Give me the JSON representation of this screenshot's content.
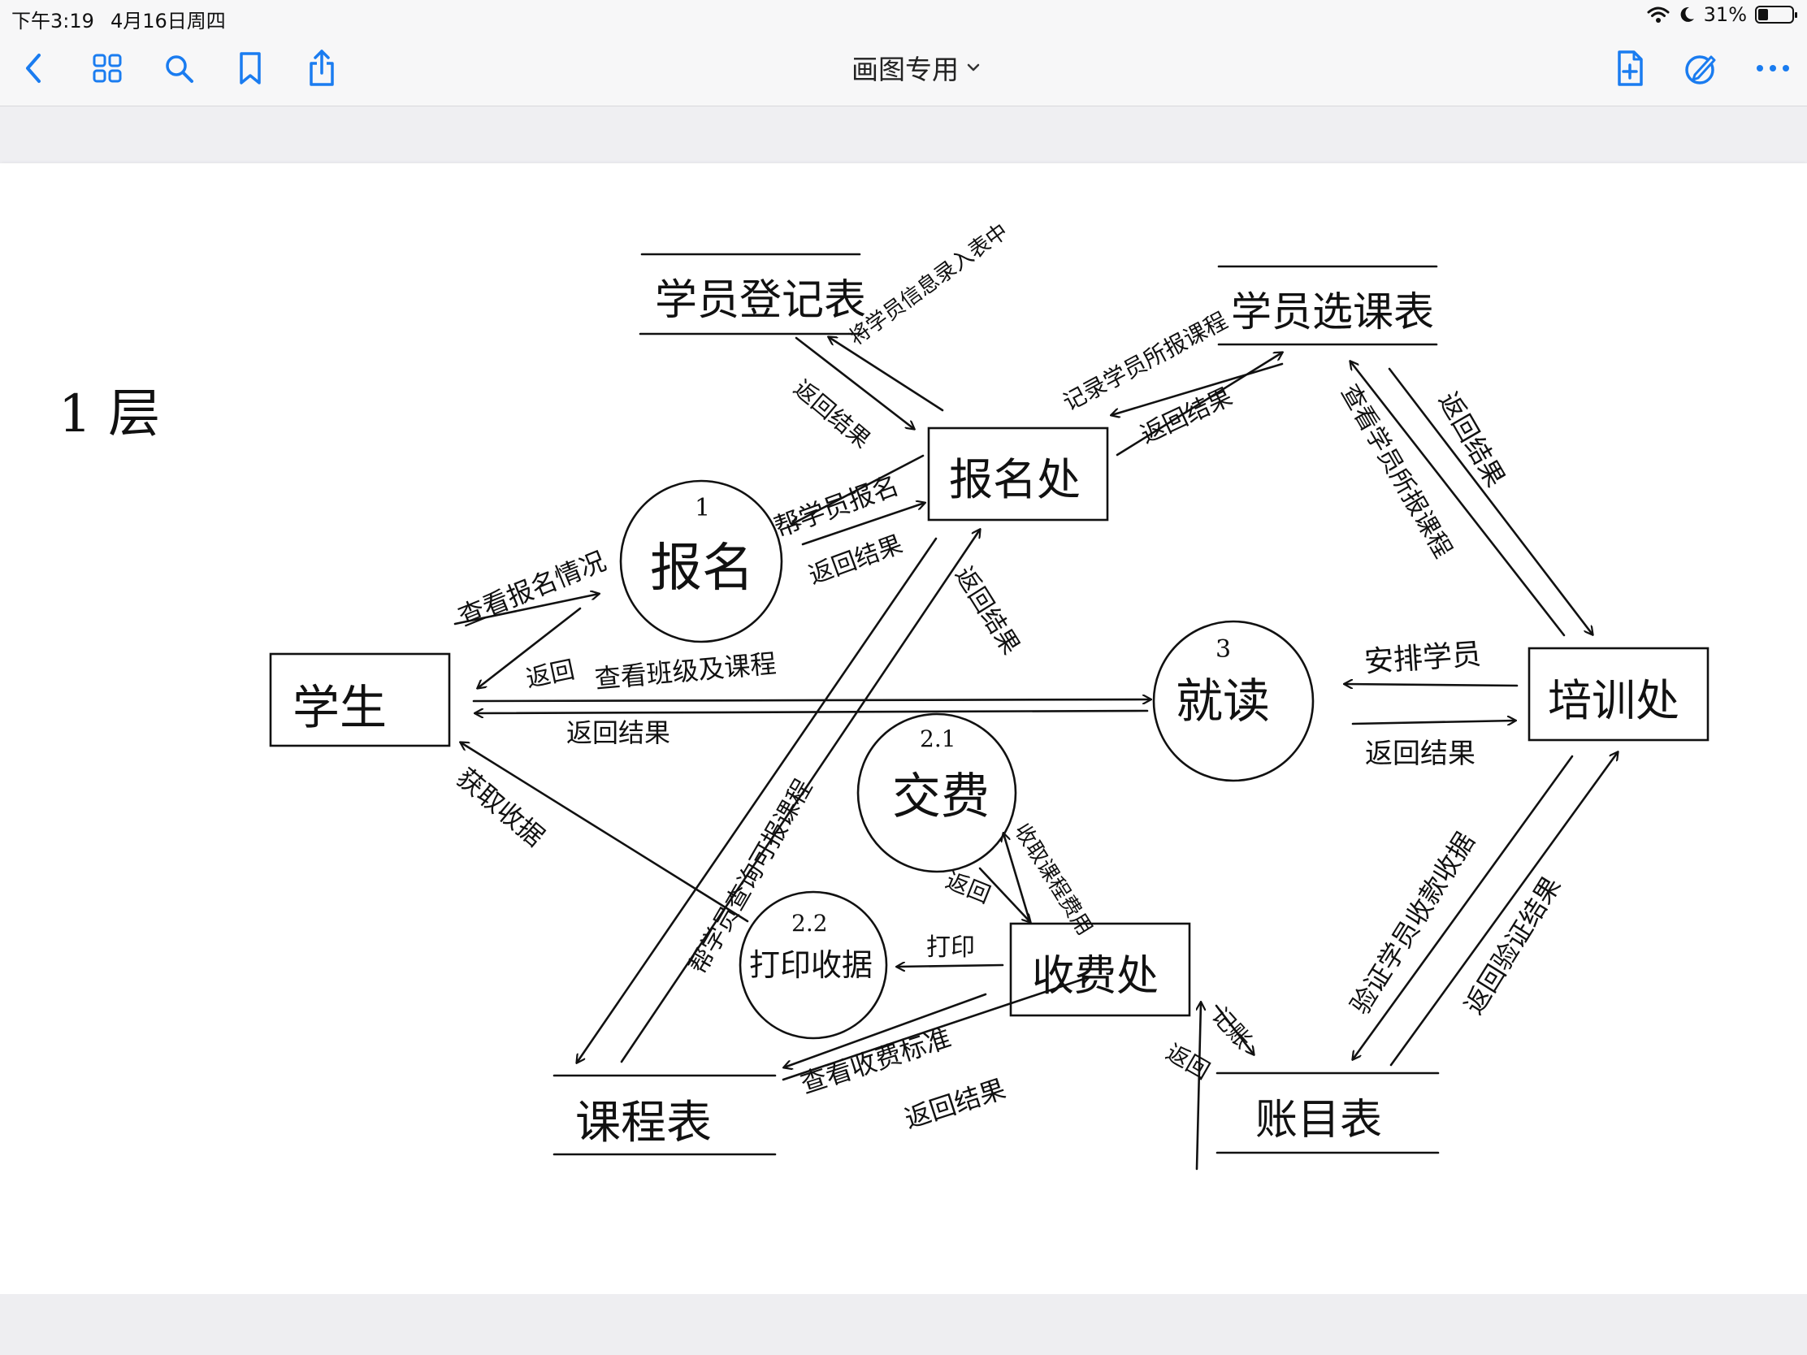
{
  "status_bar": {
    "time": "下午3:19",
    "date": "4月16日周四",
    "battery": "31%",
    "battery_level": 0.31
  },
  "toolbar": {
    "doc_title": "画图专用",
    "icons": [
      "back-icon",
      "grid-icon",
      "search-icon",
      "bookmark-icon",
      "share-icon",
      "add-page-icon",
      "pen-icon",
      "more-icon"
    ],
    "accent_color": "#1a7cf0"
  },
  "diagram": {
    "level_label": "1 层",
    "nodes": {
      "student": "学生",
      "registration_office": "报名处",
      "training_office": "培训处",
      "fee_office": "收费处",
      "student_registry": "学员登记表",
      "course_selection": "学员选课表",
      "course_table": "课程表",
      "account_table": "账目表",
      "p1_num": "1",
      "p1": "报名",
      "p21_num": "2.1",
      "p21": "交费",
      "p22_num": "2.2",
      "p22": "打印收据",
      "p3_num": "3",
      "p3": "就读"
    },
    "flows": {
      "view_registration": "查看报名情况",
      "return_to_student": "返回",
      "view_classes": "查看班级及课程",
      "return_result": "返回结果",
      "get_receipt": "获取收据",
      "help_register": "帮学员报名",
      "return_result_2": "返回结果",
      "write_info": "将学员信息录入表中",
      "return_result_3": "返回结果",
      "record_courses": "记录学员所报课程",
      "return_result_4": "返回结果",
      "check_courses": "查看学员所报课程",
      "return_result_5": "返回结果",
      "arrange_students": "安排学员",
      "return_result_6": "返回结果",
      "query_courses": "帮学员查询可报课程",
      "return_result_7": "返回结果",
      "collect_fees": "收取课程费用",
      "return_2": "返回",
      "print": "打印",
      "record_account": "记账",
      "return_3": "返回",
      "view_fee_standard": "查看收费标准",
      "return_result_8": "返回结果",
      "verify_receipt": "验证学员收款收据",
      "return_verify": "返回验证结果"
    }
  }
}
